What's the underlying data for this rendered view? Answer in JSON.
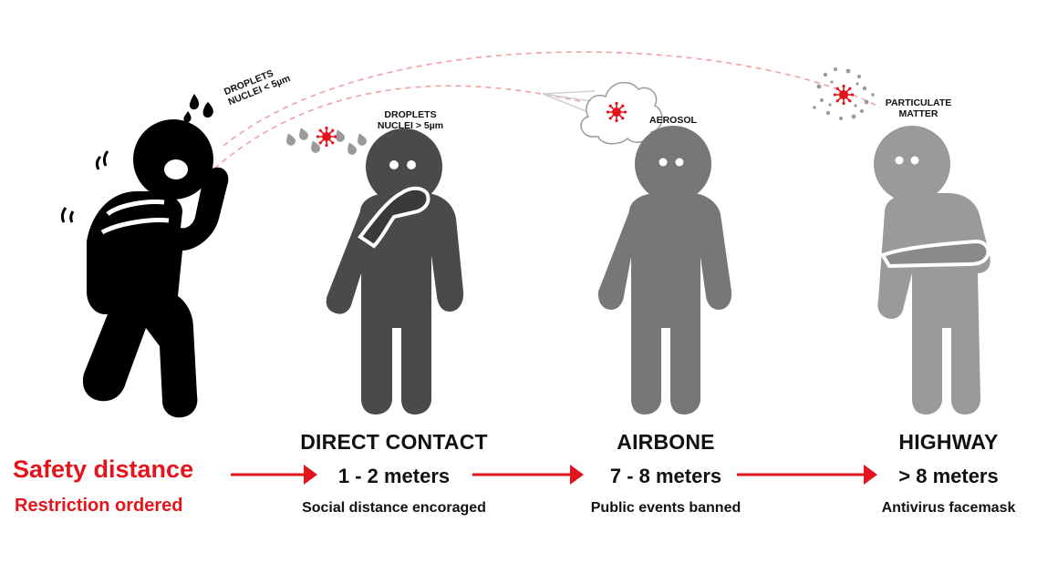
{
  "left_labels": {
    "safety_distance": "Safety distance",
    "restriction_ordered": "Restriction ordered"
  },
  "particles": {
    "droplets_small_line1": "DROPLETS",
    "droplets_small_line2": "NUCLEI < 5µm",
    "droplets_large_line1": "DROPLETS",
    "droplets_large_line2": "NUCLEI > 5µm",
    "aerosol": "AEROSOL",
    "particulate_line1": "PARTICULATE",
    "particulate_line2": "MATTER"
  },
  "stages": [
    {
      "title": "DIRECT CONTACT",
      "distance": "1 - 2 meters",
      "restriction": "Social distance encoraged"
    },
    {
      "title": "AIRBONE",
      "distance": "7 - 8 meters",
      "restriction": "Public events banned"
    },
    {
      "title": "HIGHWAY",
      "distance": "> 8 meters",
      "restriction": "Antivirus facemask"
    }
  ],
  "colors": {
    "accent_red": "#e3141b",
    "figure_black": "#000000",
    "figure_dark_gray": "#4a4a4a",
    "figure_mid_gray": "#777777",
    "figure_light_gray": "#9a9a9a",
    "trajectory_pink": "#f2a0a4"
  },
  "icons": [
    "virus-icon",
    "cloud-icon",
    "droplet-icon",
    "sneeze-figure-icon",
    "person-figure-icon",
    "arrow-right-icon"
  ]
}
